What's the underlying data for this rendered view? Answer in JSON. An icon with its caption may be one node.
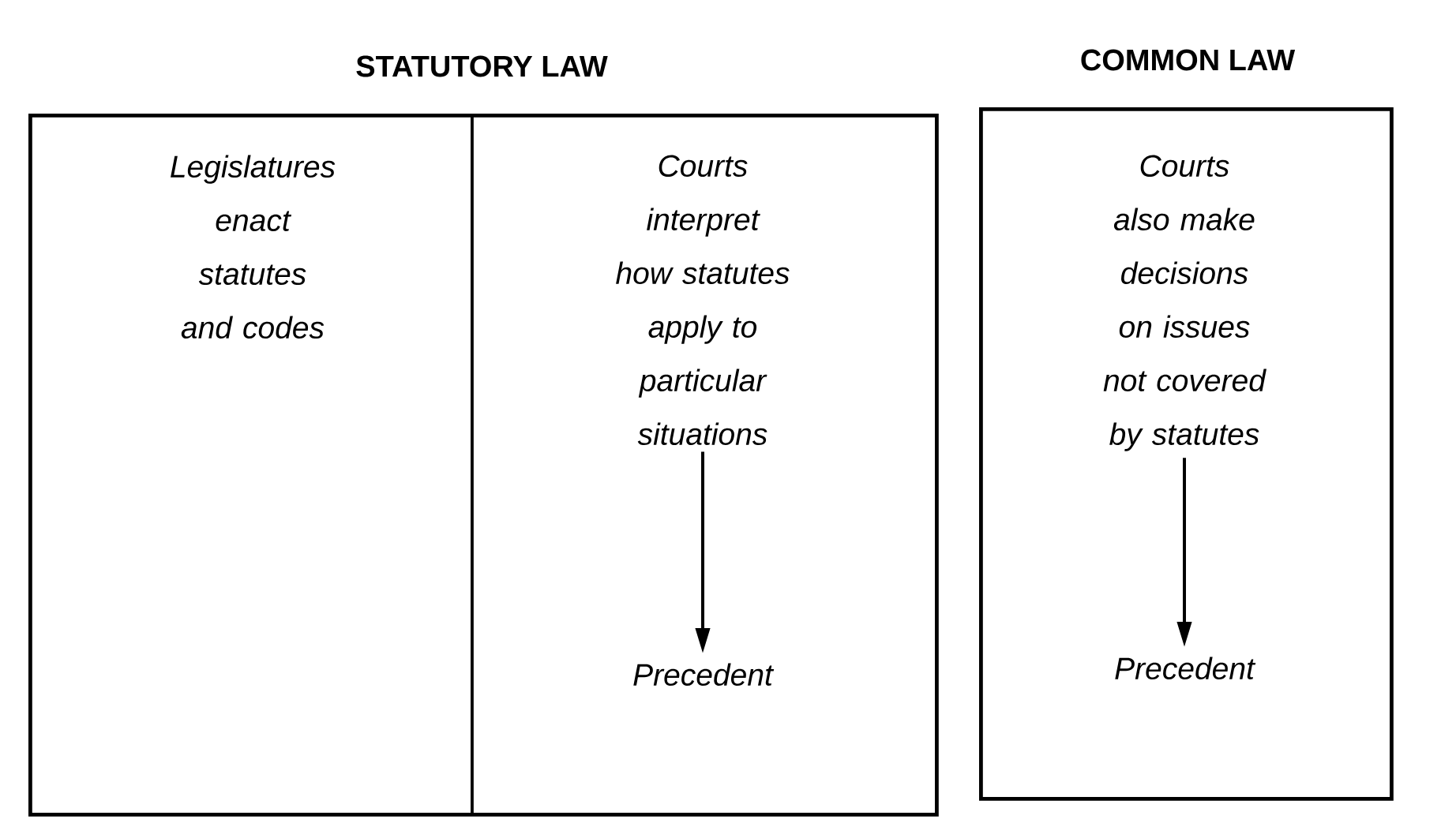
{
  "diagram": {
    "nodes": [
      {
        "text": [
          "STATUTORY LAW"
        ]
      },
      {
        "text": [
          "Legislatures enact statutes and codes"
        ],
        "in": 0
      },
      {
        "text": [],
        "shape": "box",
        "in": 0
      },
      {
        "text": [
          "Courts interpret how statutes apply to particular situations"
        ],
        "in": 2
      },
      {
        "text": [
          "Precedent"
        ],
        "in": 2
      },
      {
        "text": [
          "COMMON LAW"
        ]
      },
      {
        "text": [
          "Courts also make decisions on issues not covered by statutes"
        ],
        "in": 5
      },
      {
        "text": [
          "Precedent"
        ],
        "in": 5
      }
    ],
    "edges": [
      {
        "from": 3,
        "to": 4,
        "arrow": "to"
      },
      {
        "from": 6,
        "to": 7,
        "arrow": "to"
      }
    ]
  }
}
